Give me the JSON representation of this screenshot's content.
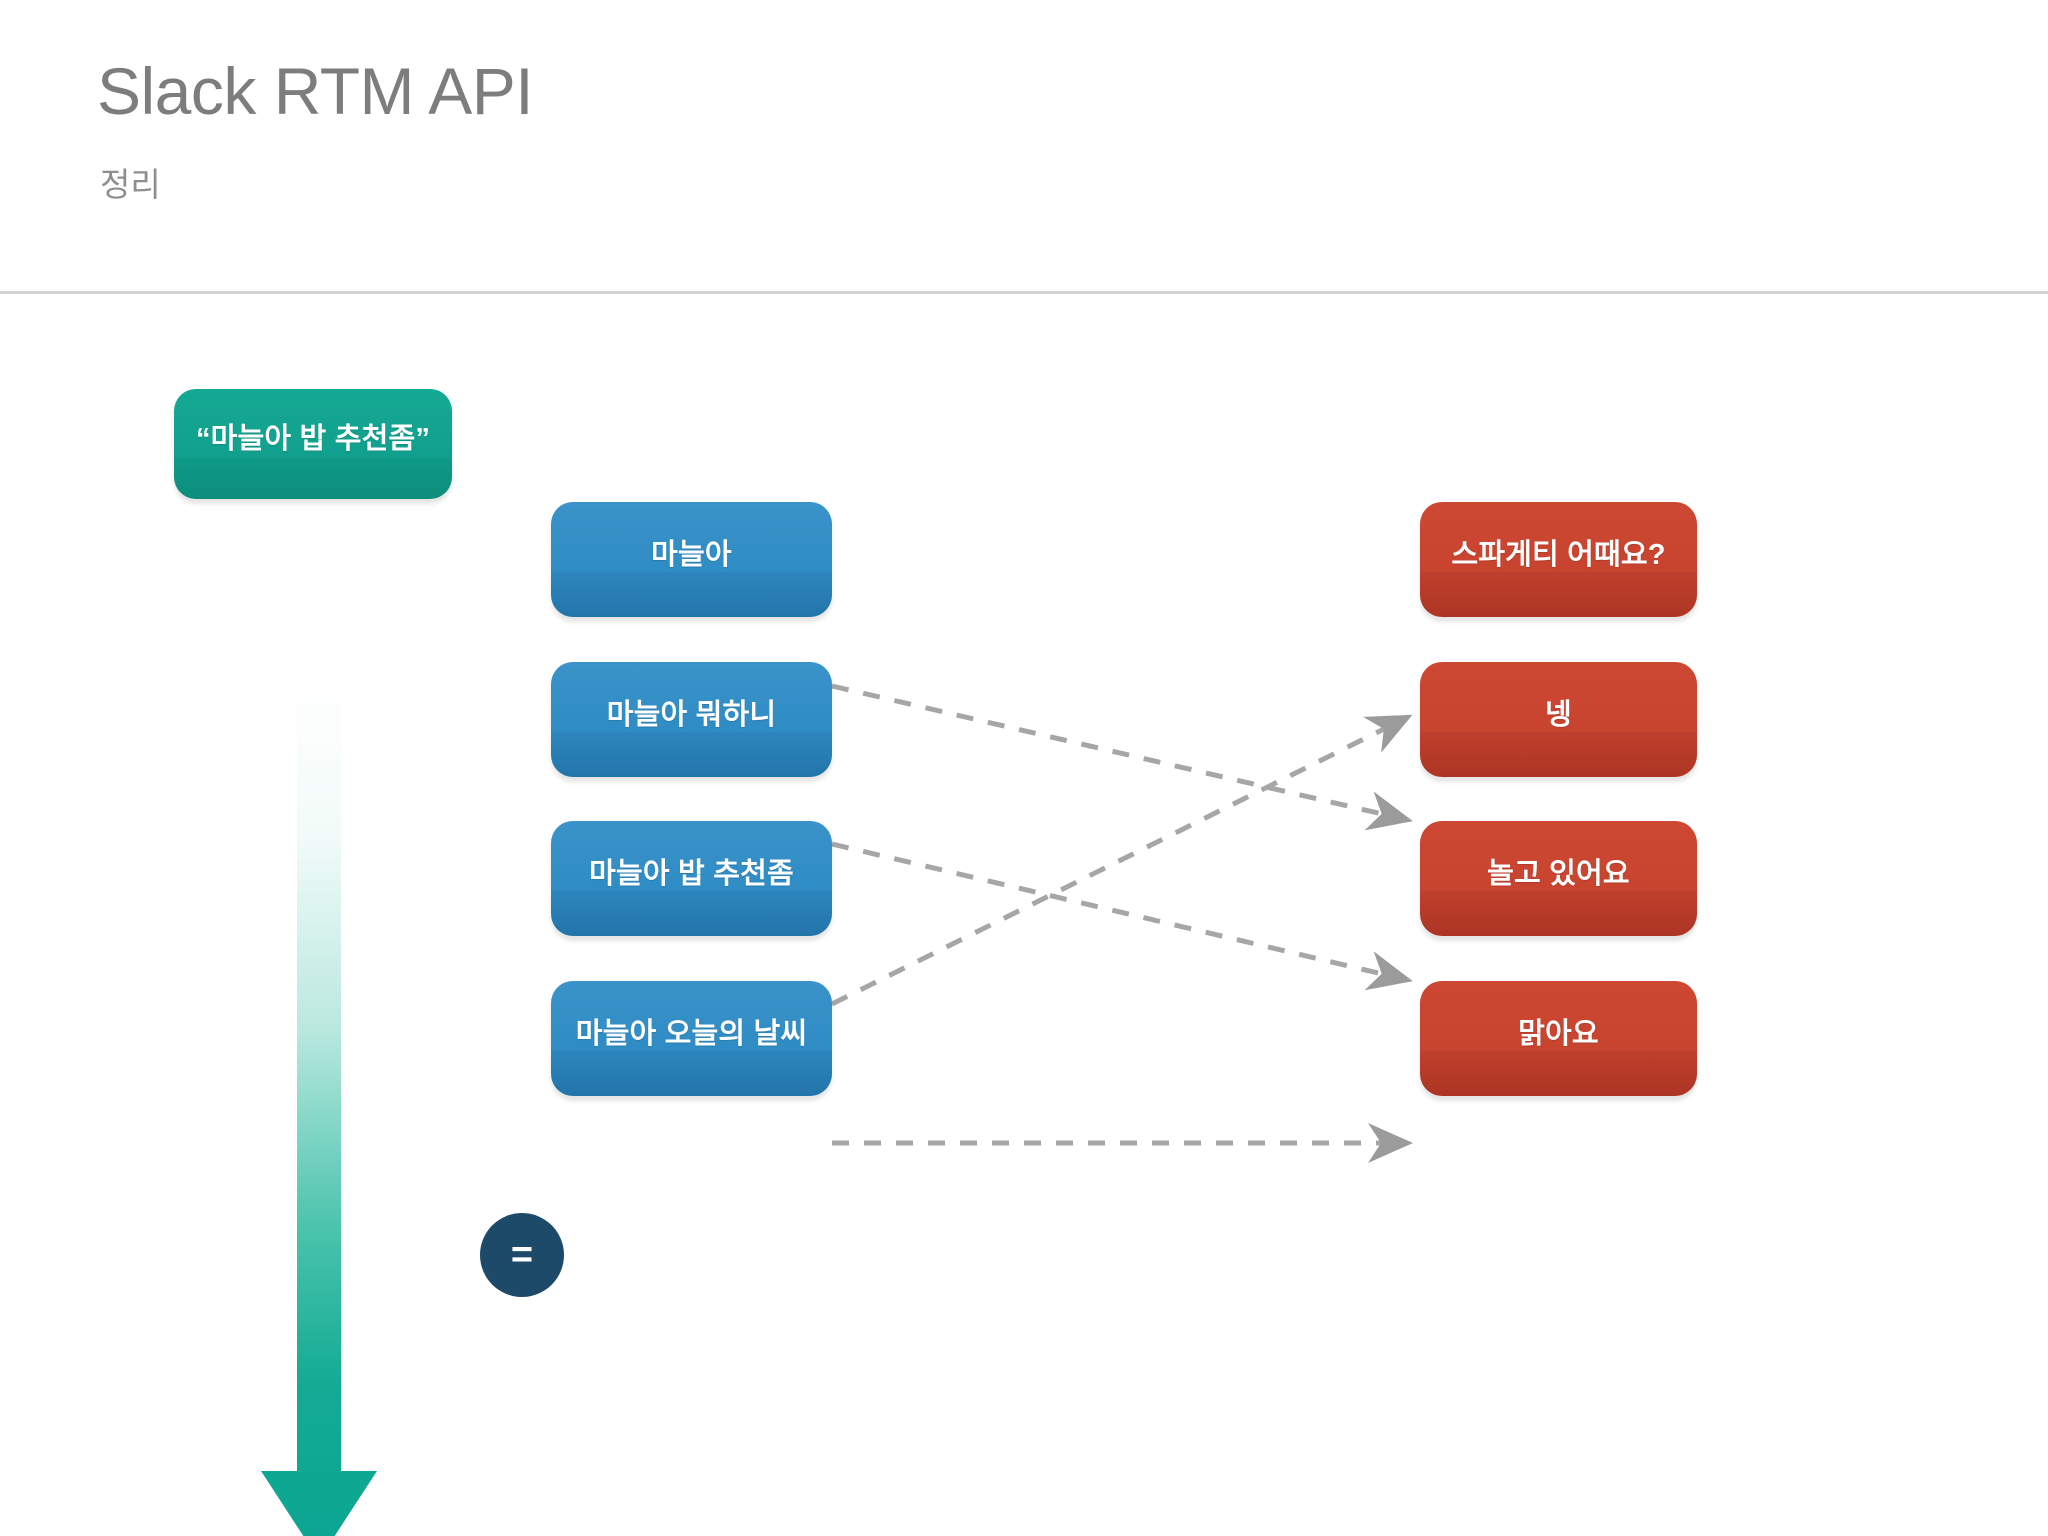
{
  "header": {
    "title": "Slack RTM API",
    "subtitle": "정리",
    "title_color": "#7d7d7d",
    "rule_color": "#d2d2d2"
  },
  "diagram": {
    "type": "flow-mapping",
    "utterance": {
      "label": "“마늘아 밥 추천좀”",
      "color": "#11a08d"
    },
    "flow_arrow": {
      "name": "down-arrow",
      "direction": "down",
      "gradient_from": "#ffffff",
      "gradient_to": "#0fa992"
    },
    "equals_badge": {
      "label": "=",
      "color": "#1c4a68"
    },
    "commands": [
      {
        "label": "마늘아",
        "color": "#2f8cc4"
      },
      {
        "label": "마늘아 뭐하니",
        "color": "#2f8cc4"
      },
      {
        "label": "마늘아 밥 추천좀",
        "color": "#2f8cc4",
        "highlighted": true
      },
      {
        "label": "마늘아 오늘의 날씨",
        "color": "#2f8cc4"
      }
    ],
    "responses": [
      {
        "label": "스파게티 어때요?",
        "color": "#c8442f"
      },
      {
        "label": "넹",
        "color": "#c8442f"
      },
      {
        "label": "놀고 있어요",
        "color": "#c8442f"
      },
      {
        "label": "맑아요",
        "color": "#c8442f"
      }
    ],
    "links": [
      {
        "from": "마늘아",
        "to": "넹"
      },
      {
        "from": "마늘아 뭐하니",
        "to": "놀고 있어요"
      },
      {
        "from": "마늘아 밥 추천좀",
        "to": "스파게티 어때요?"
      },
      {
        "from": "마늘아 오늘의 날씨",
        "to": "맑아요"
      }
    ],
    "link_style": {
      "stroke": "#a6a6a6",
      "dash": "dashed",
      "arrowhead": true
    }
  }
}
